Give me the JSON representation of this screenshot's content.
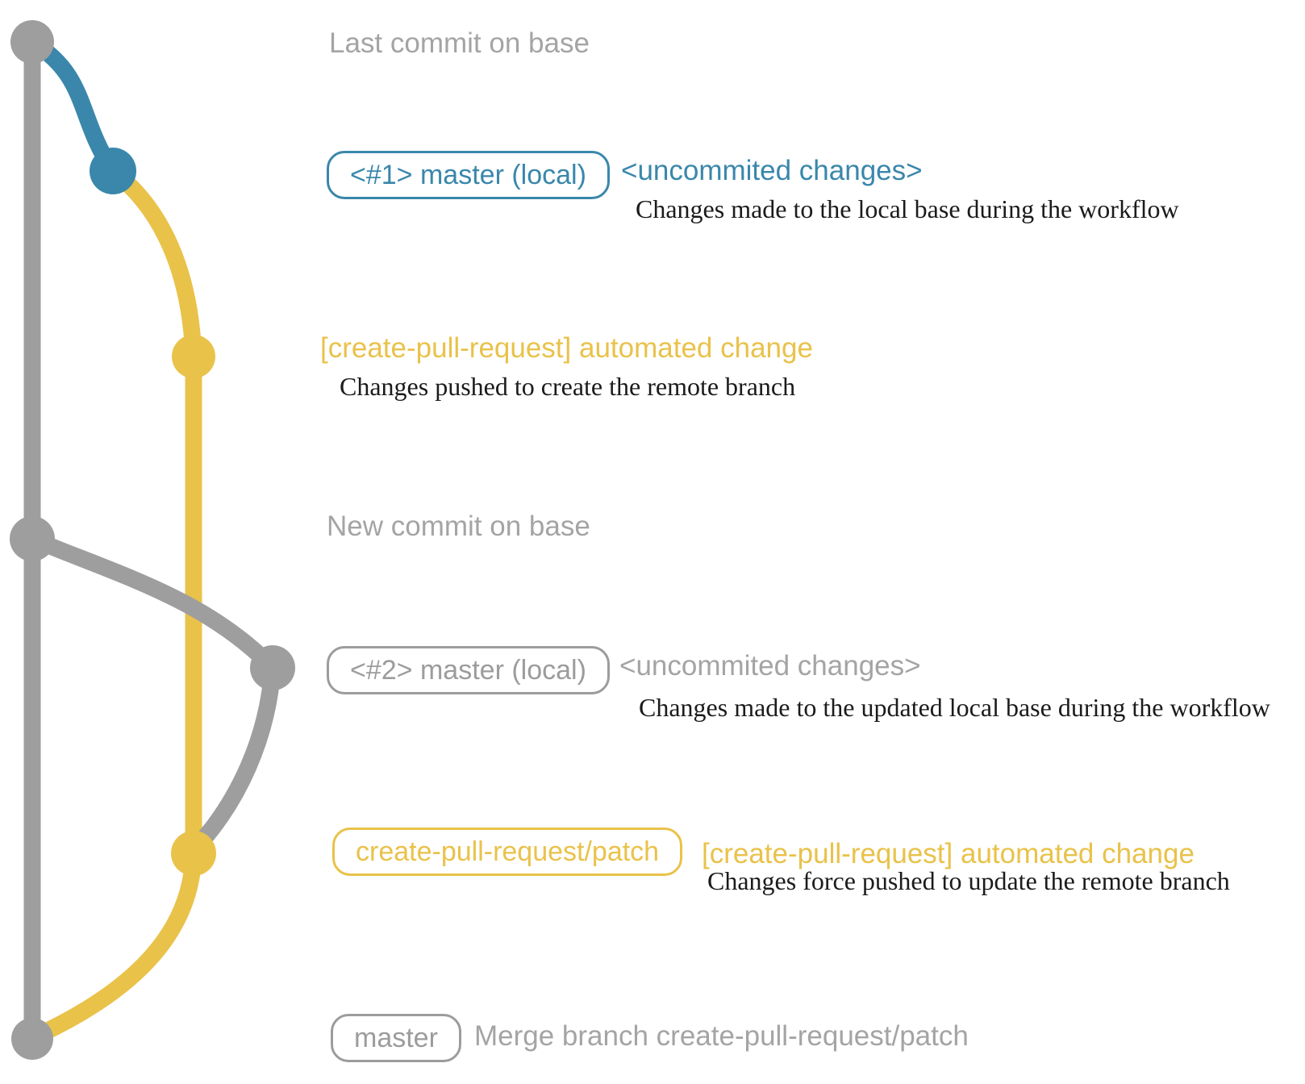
{
  "palette": {
    "base_gray": "#9e9e9e",
    "local_blue": "#3a87ab",
    "branch_yellow": "#e9c24a",
    "heading_gray_text": "#a4a4a4",
    "badge_gray_text": "#9c9c9c",
    "description_text": "#1b1b1b",
    "background": "#ffffff"
  },
  "graph": {
    "branches": [
      {
        "name": "base",
        "color": "gray"
      },
      {
        "name": "local master",
        "color": "blue"
      },
      {
        "name": "create-pull-request/patch",
        "color": "yellow"
      }
    ],
    "commit_count": 7
  },
  "rows": {
    "last_commit": {
      "label": "Last commit on base"
    },
    "local1": {
      "badge": "<#1> master (local)",
      "title": "<uncommited changes>",
      "description": "Changes made to the local base during the workflow"
    },
    "remote1": {
      "title": "[create-pull-request] automated change",
      "description": "Changes pushed to create the remote branch"
    },
    "new_commit": {
      "label": "New commit on base"
    },
    "local2": {
      "badge": "<#2> master (local)",
      "title": "<uncommited changes>",
      "description": "Changes made to the updated local base during the workflow"
    },
    "remote2": {
      "badge": "create-pull-request/patch",
      "title": "[create-pull-request] automated change",
      "description": "Changes force pushed to update the remote branch"
    },
    "merge": {
      "badge": "master",
      "label": "Merge branch create-pull-request/patch"
    }
  }
}
